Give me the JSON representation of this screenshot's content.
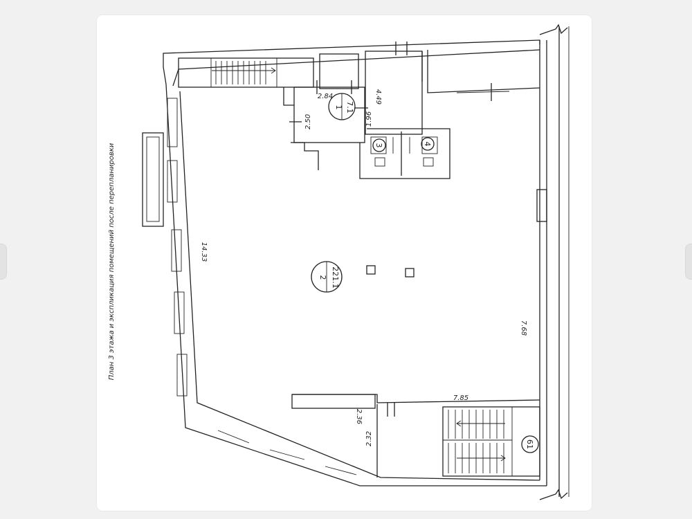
{
  "plan": {
    "title": "План 3 этажа и экспликация помещений после перепланировки",
    "rooms": [
      {
        "number": "1",
        "area": "7.1"
      },
      {
        "number": "2",
        "area": "221.1"
      },
      {
        "number": "3"
      },
      {
        "number": "4"
      },
      {
        "number": "61"
      }
    ],
    "dimensions": [
      "14.33",
      "7.68",
      "7.85",
      "2.84",
      "4.49",
      "1.96",
      "2.50",
      "2.36",
      "2.32"
    ]
  }
}
